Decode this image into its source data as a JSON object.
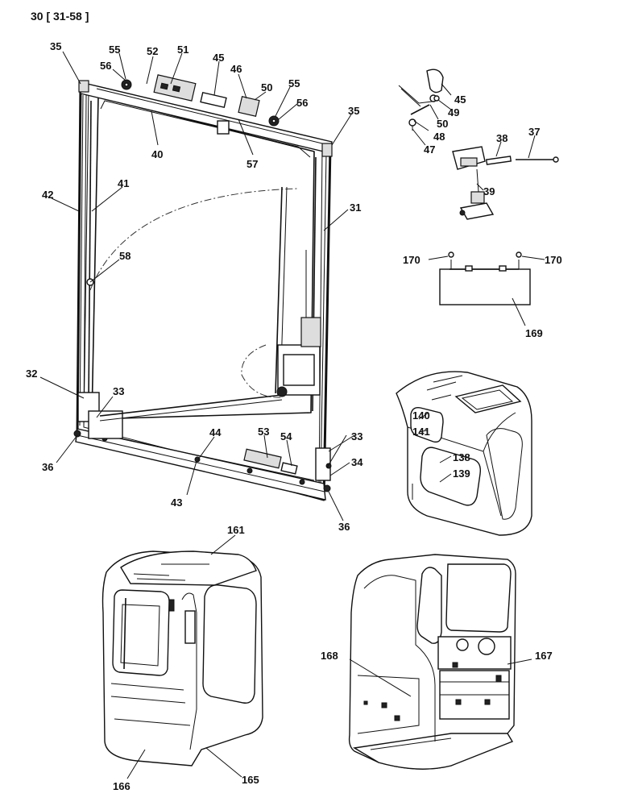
{
  "page_title": "30 [ 31-58 ]",
  "labels": {
    "p35a": "35",
    "p55a": "55",
    "p56a": "56",
    "p52": "52",
    "p51": "51",
    "p45a": "45",
    "p46": "46",
    "p50a": "50",
    "p55b": "55",
    "p56b": "56",
    "p35b": "35",
    "p40": "40",
    "p57": "57",
    "p42": "42",
    "p41": "41",
    "p31": "31",
    "p58": "58",
    "p32": "32",
    "p33a": "33",
    "p36a": "36",
    "p44": "44",
    "p53": "53",
    "p54": "54",
    "p33b": "33",
    "p34": "34",
    "p43": "43",
    "p36b": "36",
    "p45b": "45",
    "p49": "49",
    "p50b": "50",
    "p48": "48",
    "p47": "47",
    "p38": "38",
    "p37": "37",
    "p39": "39",
    "p170a": "170",
    "p170b": "170",
    "p169": "169",
    "p140": "140",
    "p141": "141",
    "p138": "138",
    "p139": "139",
    "p161": "161",
    "p166": "166",
    "p165": "165",
    "p168": "168",
    "p167": "167"
  }
}
